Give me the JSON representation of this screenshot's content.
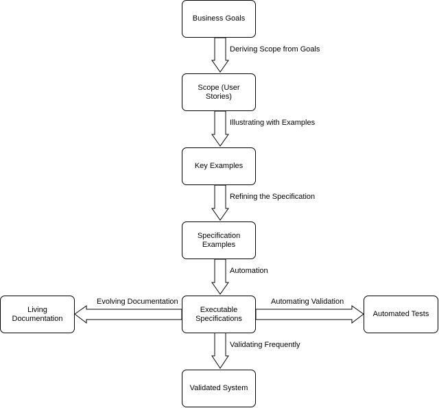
{
  "nodes": {
    "business_goals": "Business Goals",
    "scope": "Scope (User Stories)",
    "key_examples": "Key Examples",
    "specification_examples": "Specification\nExamples",
    "executable_specifications": "Executable\nSpecifications",
    "living_documentation": "Living Documentation",
    "automated_tests": "Automated Tests",
    "validated_system": "Validated System"
  },
  "edges": {
    "deriving_scope": "Deriving Scope from Goals",
    "illustrating": "Illustrating with Examples",
    "refining": "Refining the Specification",
    "automation": "Automation",
    "evolving_documentation": "Evolving Documentation",
    "automating_validation": "Automating Validation",
    "validating_frequently": "Validating Frequently"
  }
}
